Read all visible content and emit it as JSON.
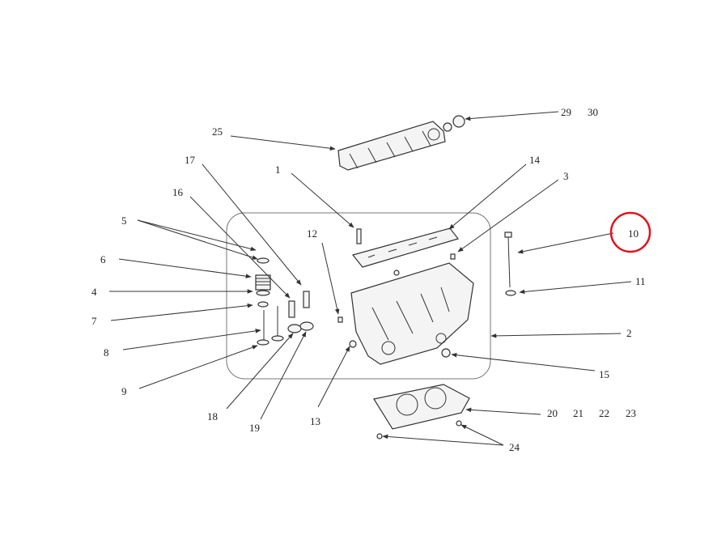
{
  "callouts": {
    "c1": "1",
    "c2": "2",
    "c3": "3",
    "c4": "4",
    "c5": "5",
    "c6": "6",
    "c7": "7",
    "c8": "8",
    "c9": "9",
    "c10": "10",
    "c11": "11",
    "c12": "12",
    "c13": "13",
    "c14": "14",
    "c15": "15",
    "c16": "16",
    "c17": "17",
    "c18": "18",
    "c19": "19",
    "c20": "20",
    "c21": "21",
    "c22": "22",
    "c23": "23",
    "c24": "24",
    "c25": "25",
    "c29": "29",
    "c30": "30"
  },
  "highlight": {
    "callout": "10",
    "color": "#e0141e"
  },
  "colors": {
    "line": "#333333",
    "background": "#ffffff"
  }
}
